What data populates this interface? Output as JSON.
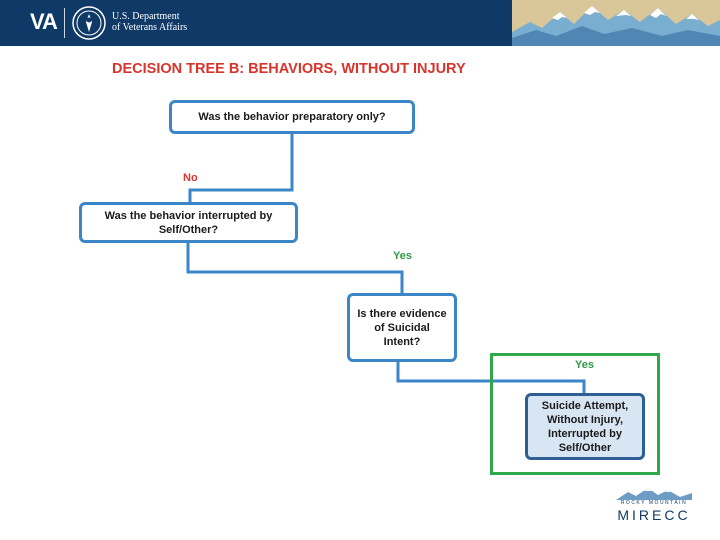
{
  "header": {
    "logo_text": "VA",
    "dept_line1": "U.S. Department",
    "dept_line2": "of Veterans Affairs"
  },
  "title": "DECISION TREE B: BEHAVIORS, WITHOUT INJURY",
  "nodes": {
    "q1": "Was the behavior preparatory only?",
    "q2": "Was the behavior interrupted by Self/Other?",
    "q3": "Is there evidence of Suicidal Intent?",
    "outcome": "Suicide Attempt, Without Injury, Interrupted by Self/Other"
  },
  "edges": {
    "no": "No",
    "yes1": "Yes",
    "yes2": "Yes"
  },
  "footer_logo": {
    "small": "ROCKY MOUNTAIN",
    "big": "MIRECC"
  },
  "colors": {
    "header_bg": "#0f3a68",
    "title": "#d9342b",
    "node_border": "#3a86c8",
    "outcome_fill": "#d8e6f4",
    "no": "#d9342b",
    "yes": "#2e9a44",
    "highlight": "#2ea84a"
  }
}
